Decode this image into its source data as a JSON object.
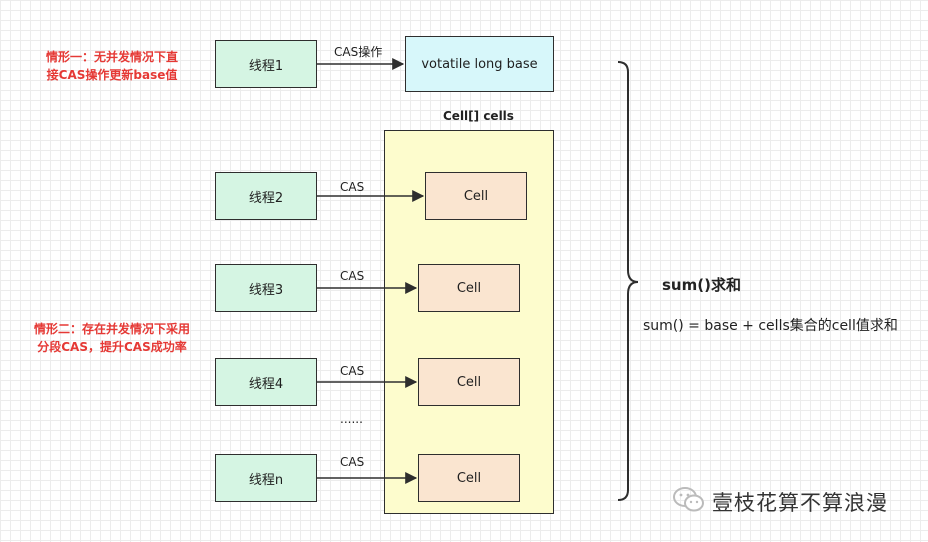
{
  "scenario1": {
    "line1": "情形一：无并发情况下直",
    "line2": "接CAS操作更新base值"
  },
  "scenario2": {
    "line1": "情形二：存在并发情况下采用",
    "line2": "分段CAS，提升CAS成功率"
  },
  "threads": [
    "线程1",
    "线程2",
    "线程3",
    "线程4",
    "线程n"
  ],
  "base_box": "votatile long base",
  "arrow_labels": {
    "top": "CAS操作",
    "cas": "CAS"
  },
  "cells_title": "Cell[] cells",
  "cell_label": "Cell",
  "ellipsis": "......",
  "sum": {
    "title": "sum()求和",
    "formula": "sum() = base + cells集合的cell值求和"
  },
  "watermark": {
    "text": "壹枝花算不算浪漫",
    "icon": "wechat-icon"
  }
}
